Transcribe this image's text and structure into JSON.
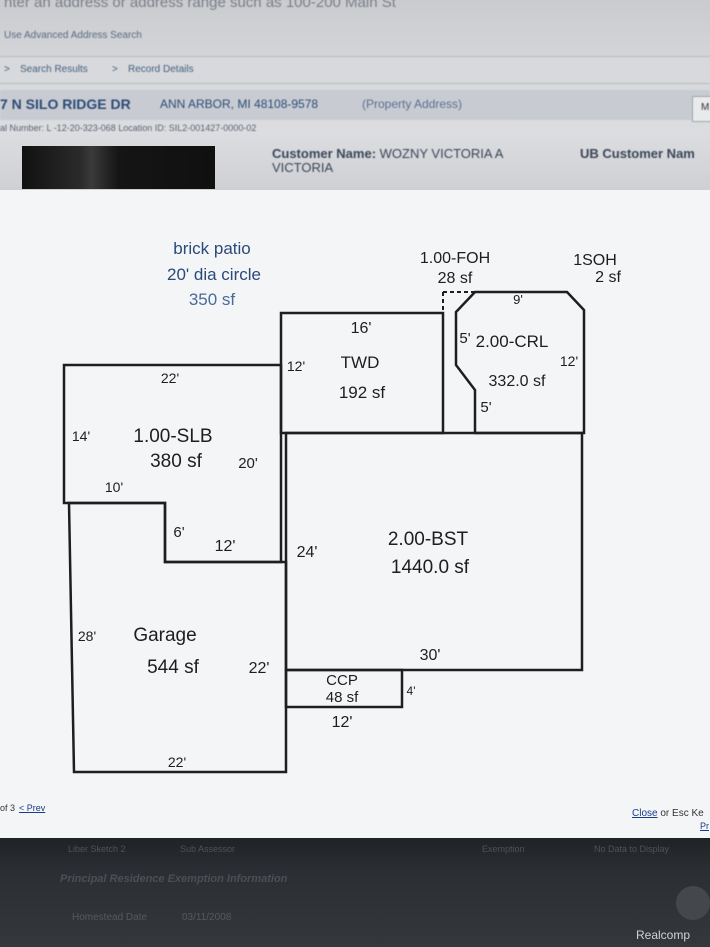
{
  "header": {
    "search_hint": "nter an address or address range such as 100-200 Main St",
    "advanced_link": "Use Advanced Address Search"
  },
  "breadcrumb": {
    "sep1": ">",
    "search_results": "Search Results",
    "sep2": ">",
    "record_details": "Record Details"
  },
  "property": {
    "address": "7 N SILO RIDGE DR",
    "city": "ANN ARBOR, MI 48108-9578",
    "address_note": "(Property Address)",
    "parcel_line": "al Number: L -12-20-323-068 Location ID: SIL2-001427-0000-02",
    "m_button": "M"
  },
  "customer": {
    "label": "Customer Name:",
    "value": "WOZNY VICTORIA A",
    "value_line2": "VICTORIA",
    "ub_label": "UB Customer Nam"
  },
  "sketch": {
    "patio": {
      "name": "brick patio",
      "desc": "20' dia circle",
      "area": "350 sf"
    },
    "foh": {
      "name": "1.00-FOH",
      "area": "28 sf"
    },
    "soh": {
      "name": "1SOH",
      "area": "2 sf"
    },
    "twd": {
      "name": "TWD",
      "area": "192 sf",
      "top": "16'",
      "left": "12'"
    },
    "crl": {
      "name": "2.00-CRL",
      "area": "332.0 sf",
      "top": "9'",
      "right": "12'",
      "left_upper": "5'",
      "left_lower": "5'"
    },
    "slb": {
      "name": "1.00-SLB",
      "area": "380 sf",
      "top": "22'",
      "left": "14'",
      "right": "20'",
      "bottom": "10'",
      "notch_v": "6'",
      "notch_h": "12'"
    },
    "bst": {
      "name": "2.00-BST",
      "area": "1440.0 sf",
      "left": "24'",
      "bottom": "30'"
    },
    "garage": {
      "name": "Garage",
      "area": "544 sf",
      "left": "28'",
      "right": "22'",
      "bottom": "22'"
    },
    "ccp": {
      "name": "CCP",
      "area": "48 sf",
      "right": "4'",
      "bottom": "12'"
    }
  },
  "footer": {
    "pager": "of 3",
    "prev": "< Prev",
    "close": "Close",
    "close_suffix": " or Esc Ke",
    "pr": "Pr"
  },
  "lower": {
    "col1": "Liber Sketch 2",
    "col2": "Sub Assessor",
    "col3": "Exemption",
    "col4": "No Data to Display",
    "section": "Principal Residence Exemption Information",
    "homestead_label": "Homestead Date",
    "homestead_value": "03/11/2008"
  },
  "watermark": "Realcomp",
  "colors": {
    "ink": "#1e1e1e",
    "patio_text": "#2a4a7a",
    "title_blue": "#2d4a77"
  }
}
